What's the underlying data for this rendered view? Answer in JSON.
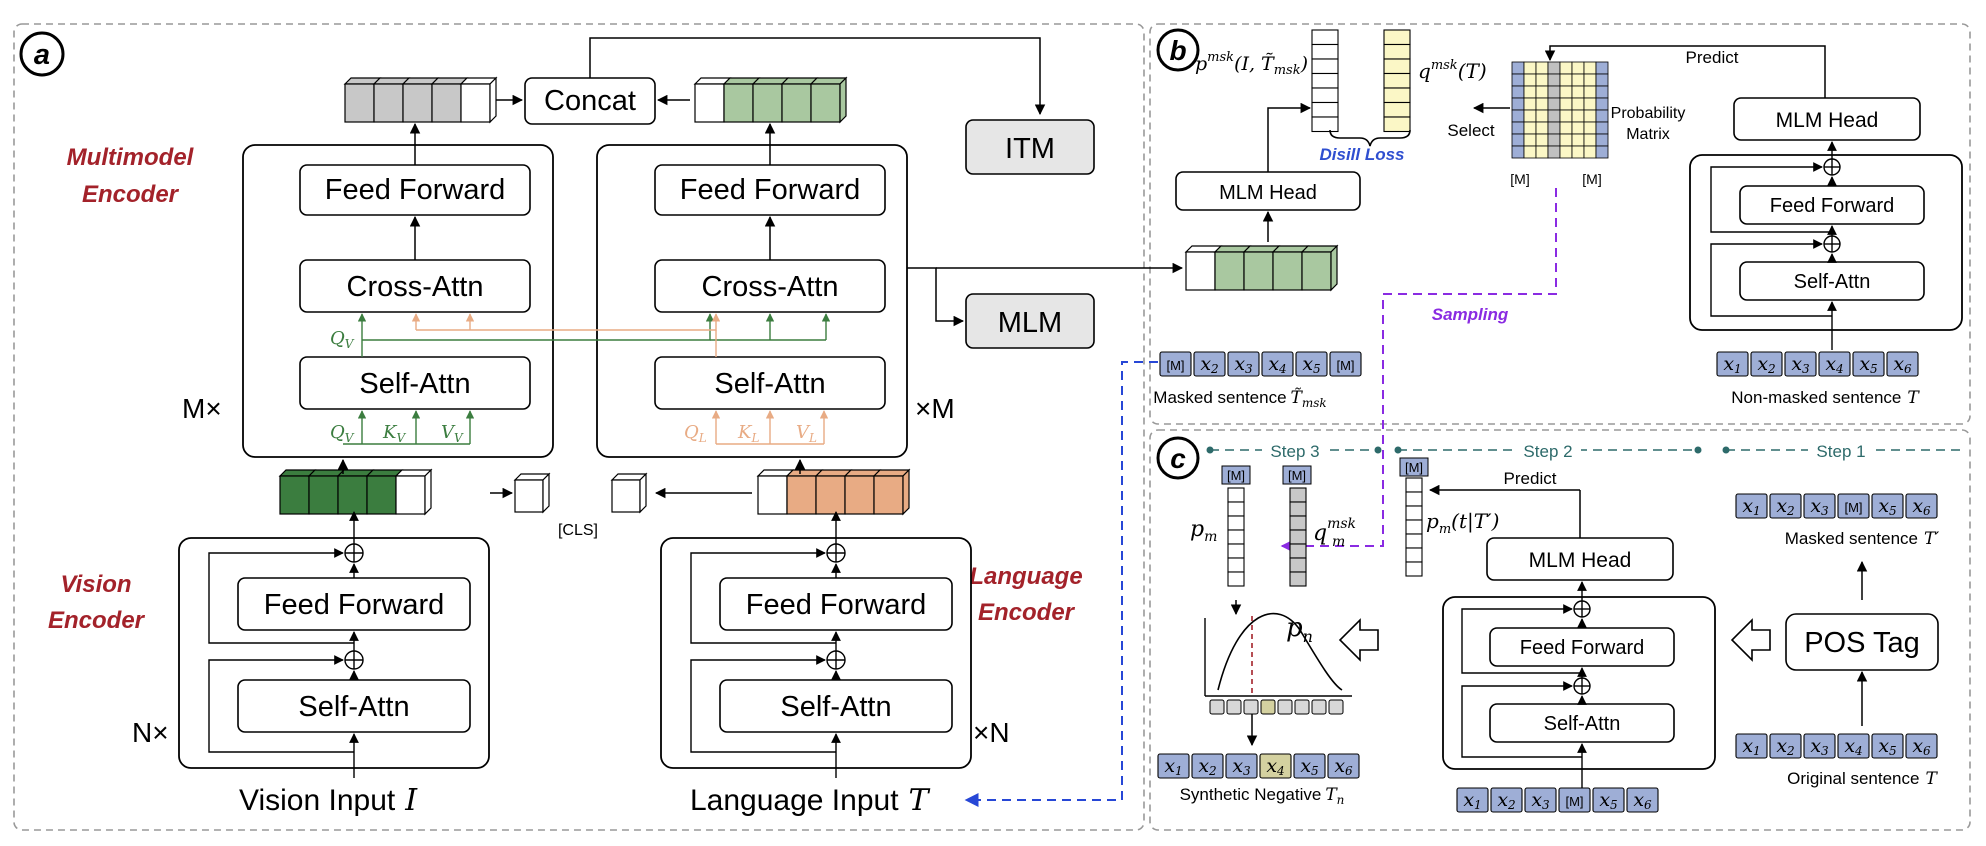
{
  "panels": {
    "a": "a",
    "b": "b",
    "c": "c"
  },
  "a": {
    "multimodal_encoder_line1": "Multimodel",
    "multimodal_encoder_line2": "Encoder",
    "vision_encoder_line1": "Vision",
    "vision_encoder_line2": "Encoder",
    "language_encoder_line1": "Language",
    "language_encoder_line2": "Encoder",
    "concat": "Concat",
    "itm": "ITM",
    "mlm": "MLM",
    "feed_forward": "Feed Forward",
    "cross_attn": "Cross-Attn",
    "self_attn": "Self-Attn",
    "m_left": "M×",
    "m_right": "×M",
    "n_left": "N×",
    "n_right": "×N",
    "cls": "[CLS]",
    "vision_input": "Vision Input",
    "vision_input_var": "I",
    "language_input": "Language Input",
    "language_input_var": "T",
    "q_v": "Q",
    "q_v_sub": "V",
    "k_v": "K",
    "k_v_sub": "V",
    "v_v": "V",
    "v_v_sub": "V",
    "q_l": "Q",
    "q_l_sub": "L",
    "k_l": "K",
    "k_l_sub": "L",
    "v_l": "V",
    "v_l_sub": "L"
  },
  "b": {
    "p_msk": "p",
    "p_msk_sup": "msk",
    "p_msk_args": "(I, T̃",
    "p_msk_args_sub": "msk",
    "p_msk_close": ")",
    "q_msk": "q",
    "q_msk_sup": "msk",
    "q_msk_args": "(T)",
    "disill_loss": "Disill Loss",
    "select": "Select",
    "probability_line1": "Probability",
    "probability_line2": "Matrix",
    "predict": "Predict",
    "mlm_head": "MLM Head",
    "feed_forward": "Feed Forward",
    "self_attn": "Self-Attn",
    "m_token": "[M]",
    "sampling": "Sampling",
    "masked_sentence": "Masked sentence",
    "masked_sentence_var": "T̃",
    "masked_sentence_sub": "msk",
    "non_masked_sentence": "Non-masked sentence",
    "non_masked_var": "T",
    "masked_tokens": [
      "[M]",
      "x2",
      "x3",
      "x4",
      "x5",
      "[M]"
    ],
    "non_masked_tokens": [
      "x1",
      "x2",
      "x3",
      "x4",
      "x5",
      "x6"
    ]
  },
  "c": {
    "step3": "Step 3",
    "step2": "Step 2",
    "step1": "Step 1",
    "m_token": "[M]",
    "p_m": "p",
    "p_m_sub": "m",
    "q_m": "q",
    "q_m_sub": "m",
    "q_m_sup": "msk",
    "p_n": "p",
    "p_n_sub": "n",
    "p_m_cond": "p",
    "p_m_cond_sub": "m",
    "p_m_cond_args": "(t|T′)",
    "predict": "Predict",
    "mlm_head": "MLM Head",
    "feed_forward": "Feed Forward",
    "self_attn": "Self-Attn",
    "pos_tag": "POS Tag",
    "masked_sentence": "Masked sentence",
    "masked_sentence_var": "T′",
    "original_sentence": "Original sentence",
    "original_var": "T",
    "synthetic_negative": "Synthetic Negative",
    "synthetic_var": "T",
    "synthetic_sub": "n",
    "synthetic_tokens": [
      "x1",
      "x2",
      "x3",
      "x4",
      "x5",
      "x6"
    ],
    "step2_input_tokens": [
      "x1",
      "x2",
      "x3",
      "[M]",
      "x5",
      "x6"
    ],
    "masked_tokens": [
      "x1",
      "x2",
      "x3",
      "[M]",
      "x5",
      "x6"
    ],
    "original_tokens": [
      "x1",
      "x2",
      "x3",
      "x4",
      "x5",
      "x6"
    ]
  },
  "colors": {
    "panel_label_red": "#a3222a",
    "dark_green": "#3b7d3f",
    "light_green": "#a9c8a0",
    "orange": "#e8ab84",
    "gray": "#c8c8c8",
    "token_blue": "#9eaed6",
    "token_highlight": "#d4d1a0",
    "purple": "#8a2be2",
    "blue_dash": "#2747d6",
    "disill_blue": "#2f4fd0",
    "step_teal": "#2d6a6a",
    "yellow_col": "#fbf7c6"
  }
}
